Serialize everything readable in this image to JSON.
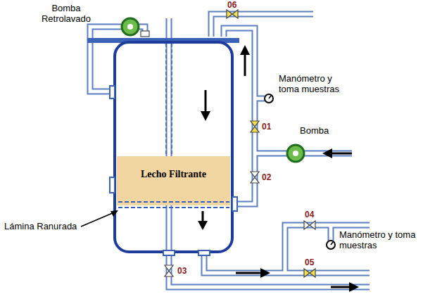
{
  "diagram": {
    "nodes": [
      {
        "text": [
          "Lecho Filtrante"
        ]
      }
    ],
    "labels": [
      "Bomba Retrolavado",
      "06",
      "Manómetro y toma muestras",
      "01",
      "Bomba",
      "02",
      "Lámina Ranurada",
      "04",
      "Manómetro y toma muestras",
      "05",
      "03"
    ]
  }
}
